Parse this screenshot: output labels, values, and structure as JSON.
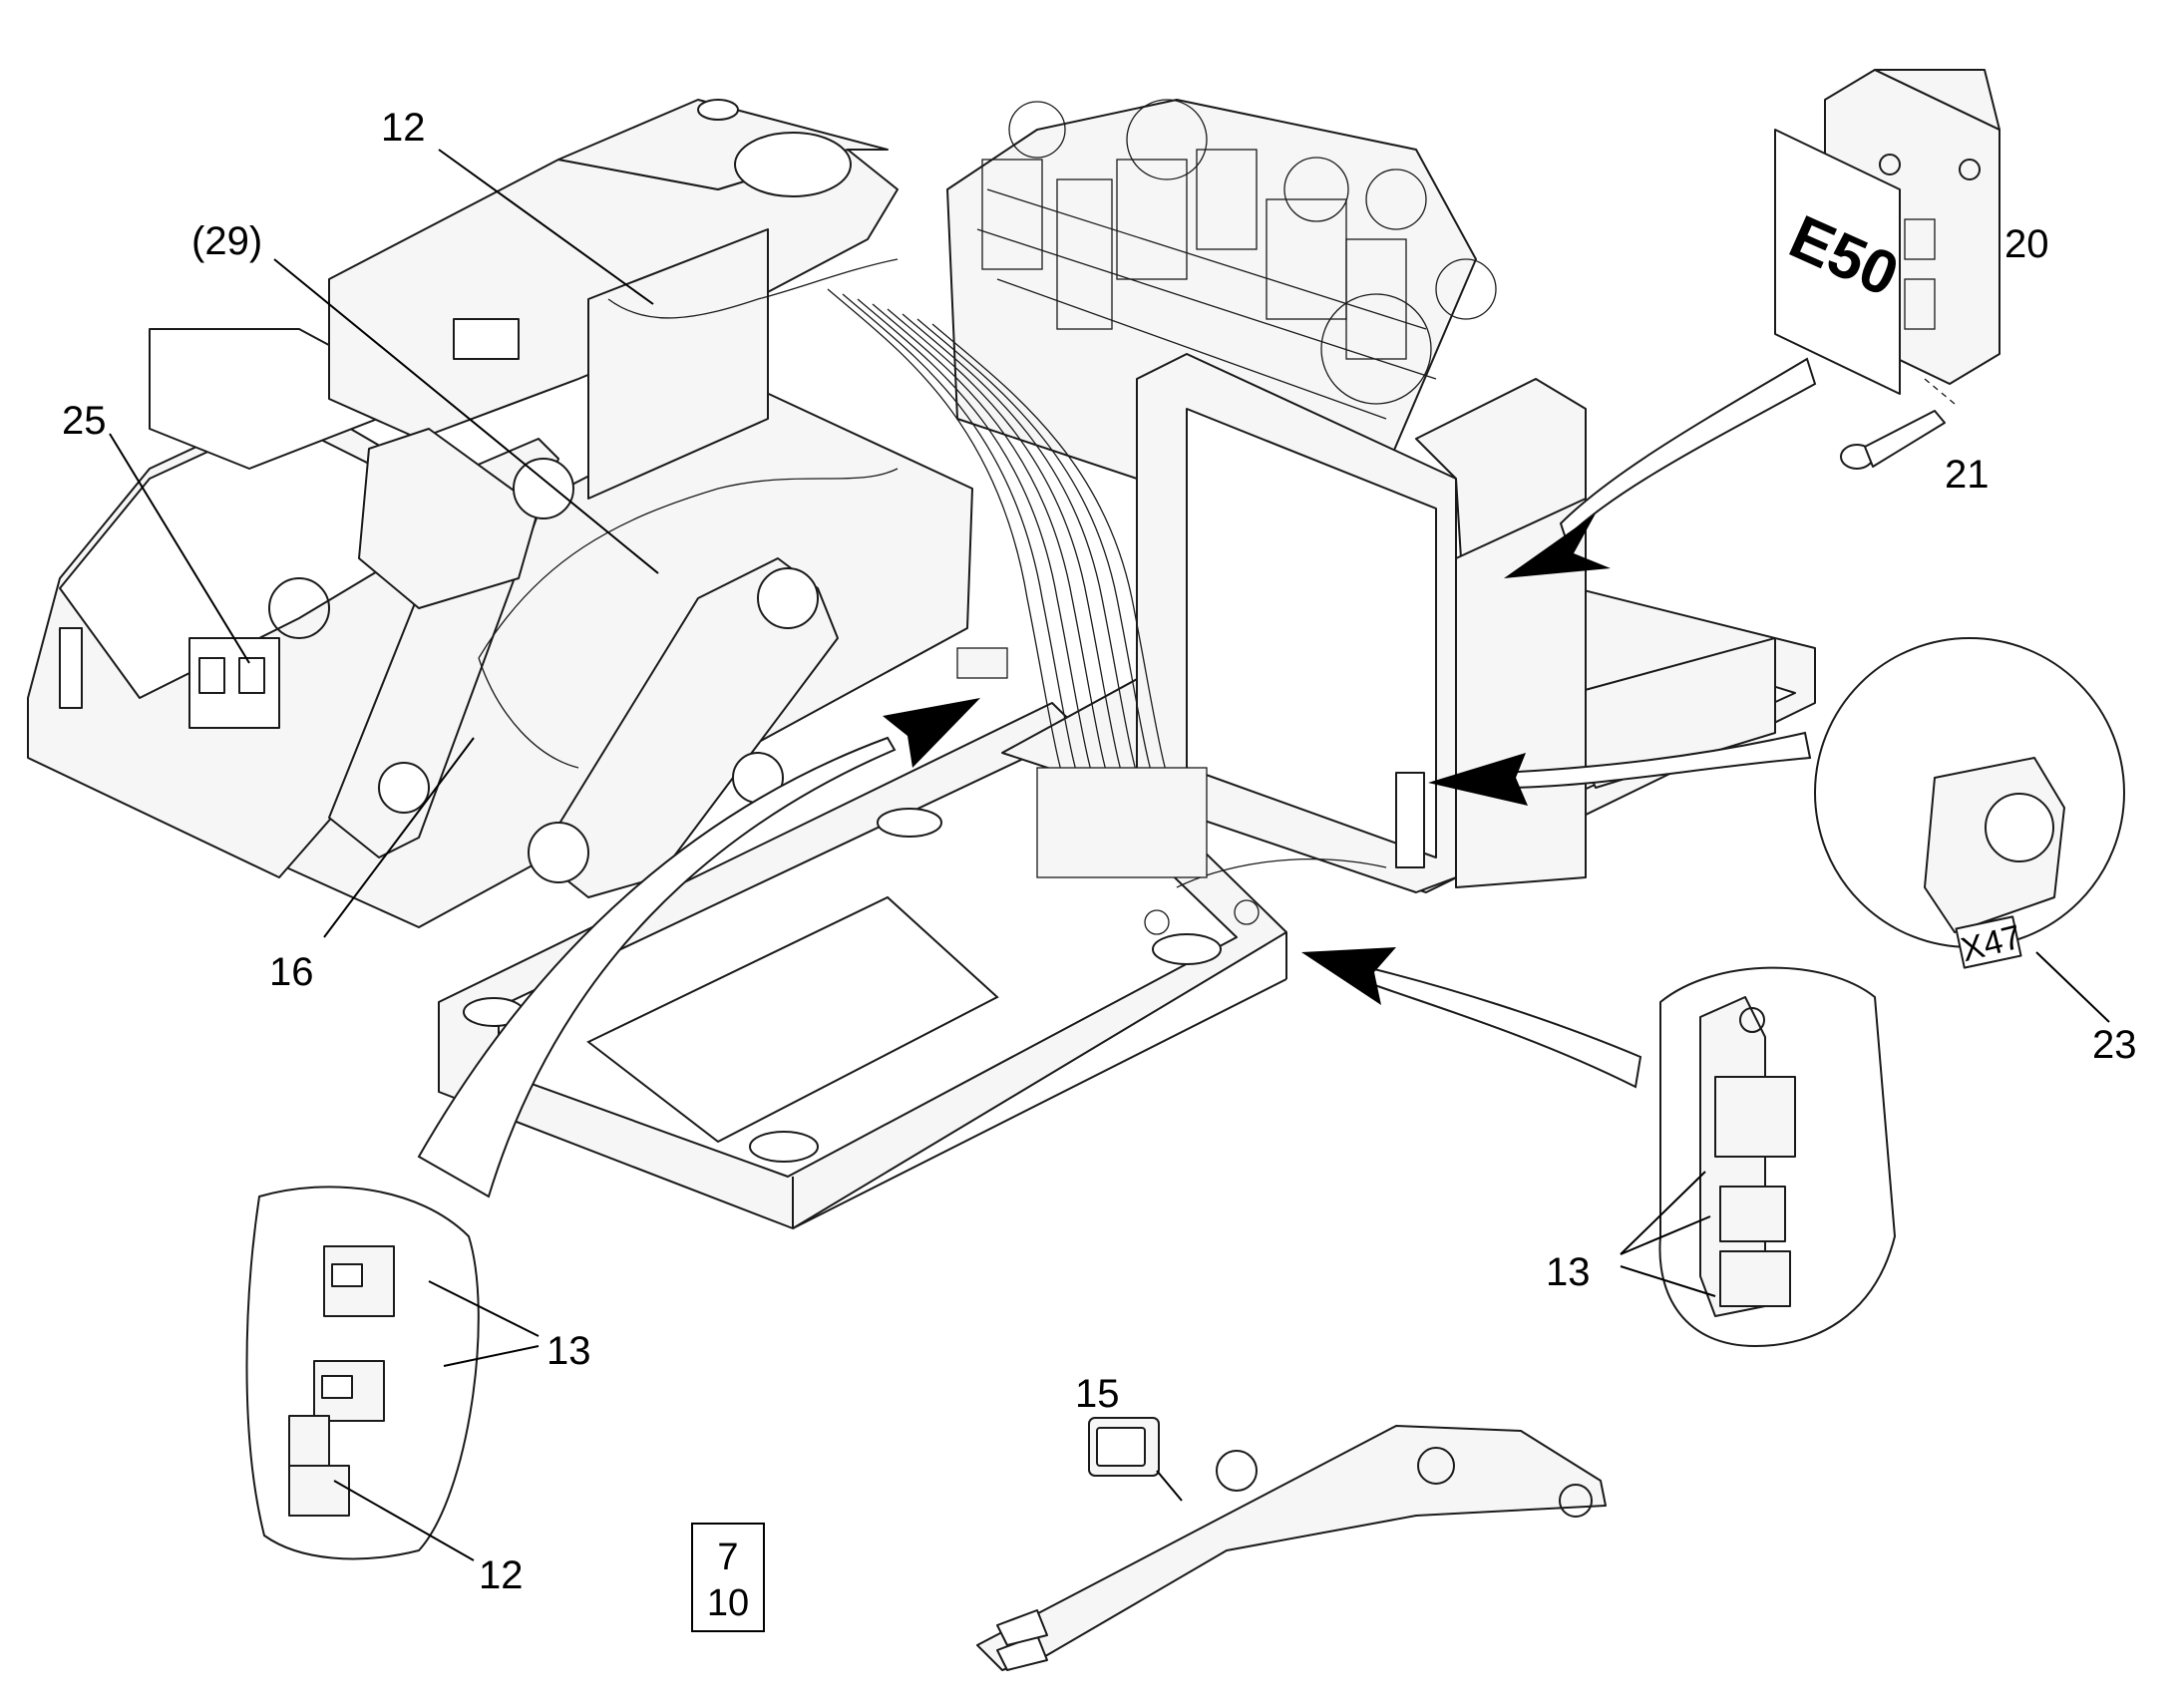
{
  "labels": {
    "c12_top": "12",
    "c29": "(29)",
    "c25": "25",
    "c16": "16",
    "c20": "20",
    "c21": "21",
    "c23": "23",
    "c13_right": "13",
    "c13_left": "13",
    "c12_bottom": "12",
    "c15": "15"
  },
  "module_marking": "E50",
  "connector_marking": "X47",
  "reference_box": {
    "line1": "7",
    "line2": "10"
  }
}
